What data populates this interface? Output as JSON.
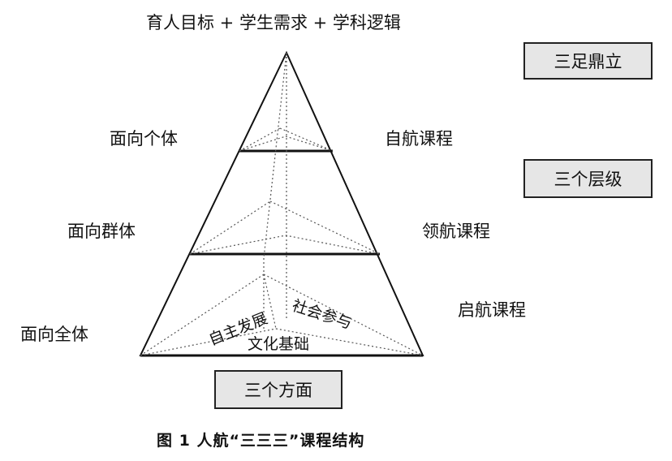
{
  "top_label": "育人目标 + 学生需求 + 学科逻辑",
  "left_labels": [
    "面向个体",
    "面向群体",
    "面向全体"
  ],
  "right_labels": [
    "自航课程",
    "领航课程",
    "启航课程"
  ],
  "boxes": [
    "三足鼎立",
    "三个层级",
    "三个方面"
  ],
  "base_labels": {
    "left": "自主发展",
    "right": "社会参与",
    "front": "文化基础"
  },
  "caption": "图 1  人航“三三三”课程结构",
  "colors": {
    "box_fill": "#e6e6e6",
    "line": "#111111"
  }
}
